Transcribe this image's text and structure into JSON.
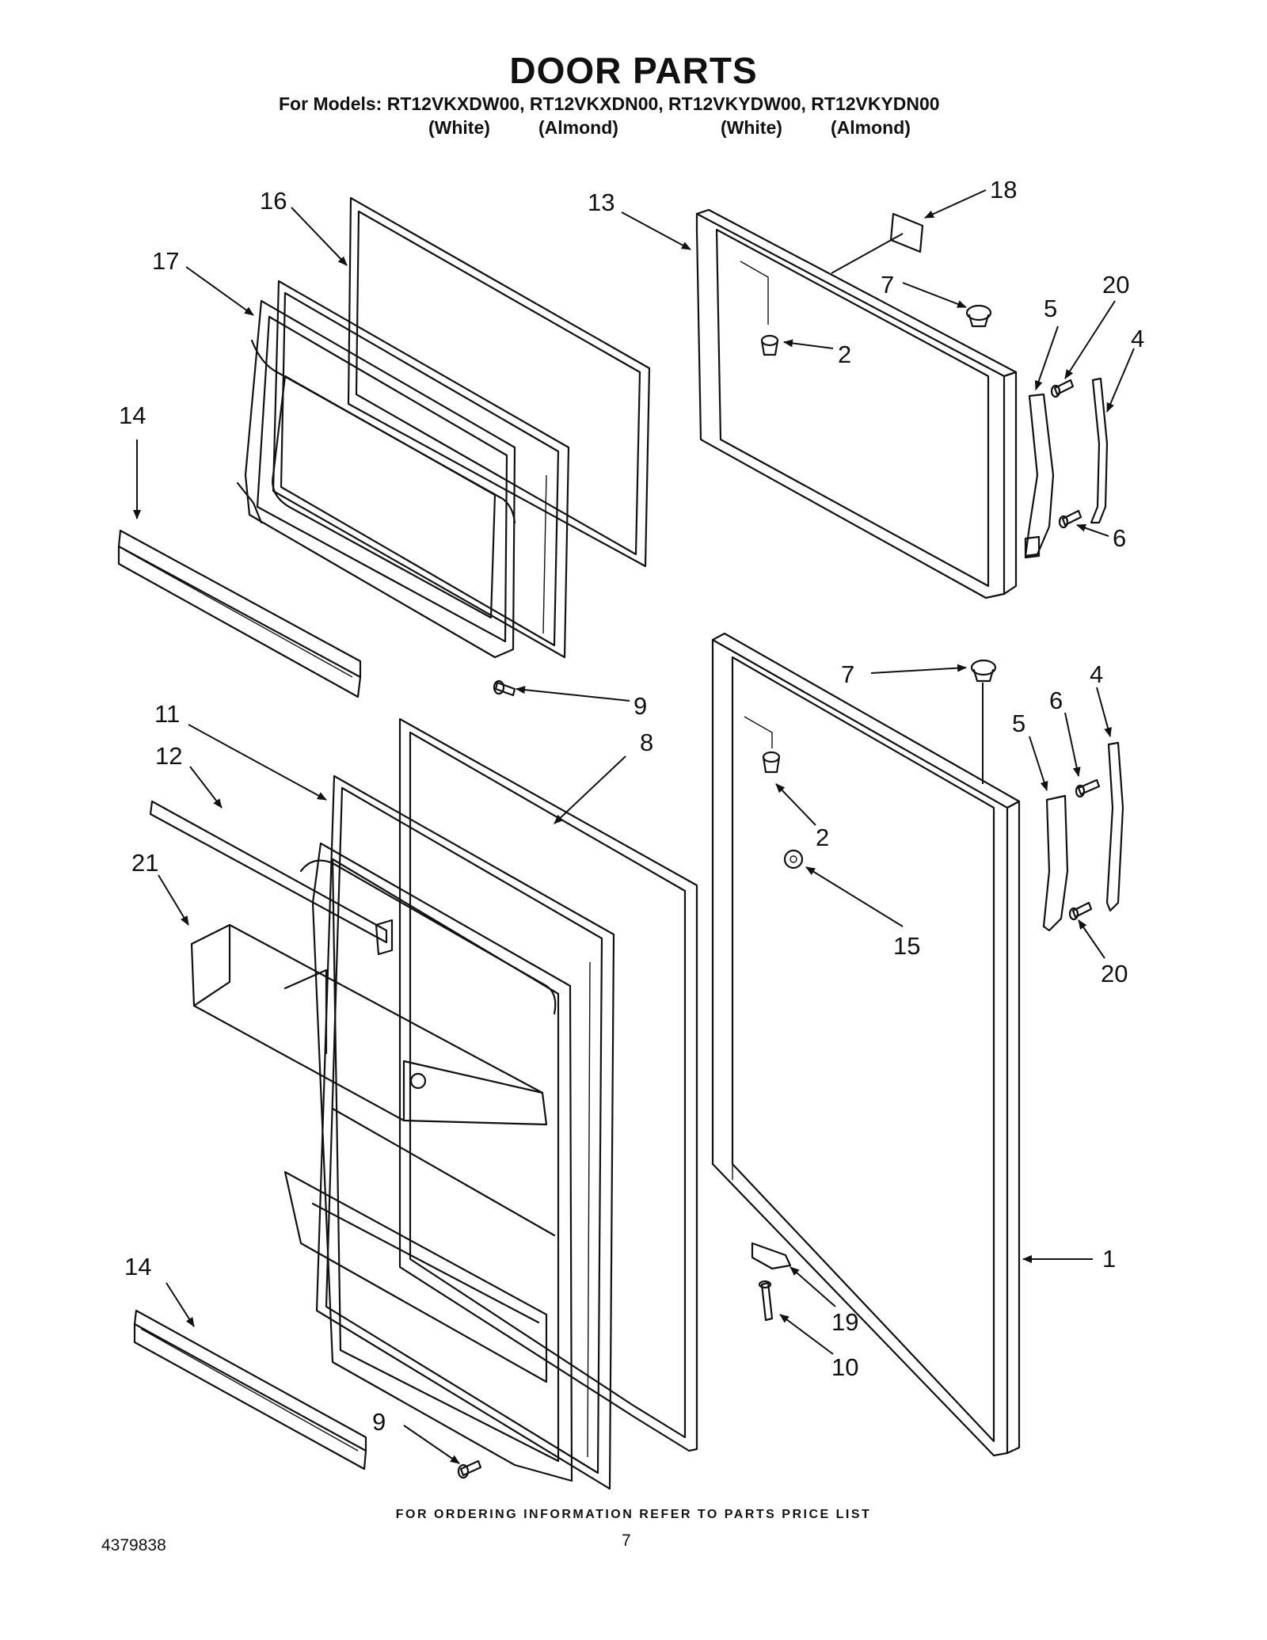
{
  "header": {
    "title": "DOOR PARTS",
    "models_line": "For Models: RT12VKXDW00, RT12VKXDN00, RT12VKYDW00, RT12VKYDN00",
    "variants": [
      "(White)",
      "(Almond)",
      "(White)",
      "(Almond)"
    ]
  },
  "callouts": {
    "c16": "16",
    "c17": "17",
    "c14a": "14",
    "c13": "13",
    "c18": "18",
    "c7a": "7",
    "c2a": "2",
    "c5a": "5",
    "c20a": "20",
    "c4a": "4",
    "c6a": "6",
    "c9a": "9",
    "c11": "11",
    "c12": "12",
    "c21": "21",
    "c8": "8",
    "c7b": "7",
    "c6b": "6",
    "c4b": "4",
    "c5b": "5",
    "c2b": "2",
    "c15": "15",
    "c20b": "20",
    "c1": "1",
    "c19": "19",
    "c10": "10",
    "c14b": "14",
    "c9b": "9"
  },
  "footer": {
    "ordering_note": "FOR ORDERING INFORMATION REFER TO PARTS PRICE LIST",
    "doc_number": "4379838",
    "page_number": "7"
  }
}
